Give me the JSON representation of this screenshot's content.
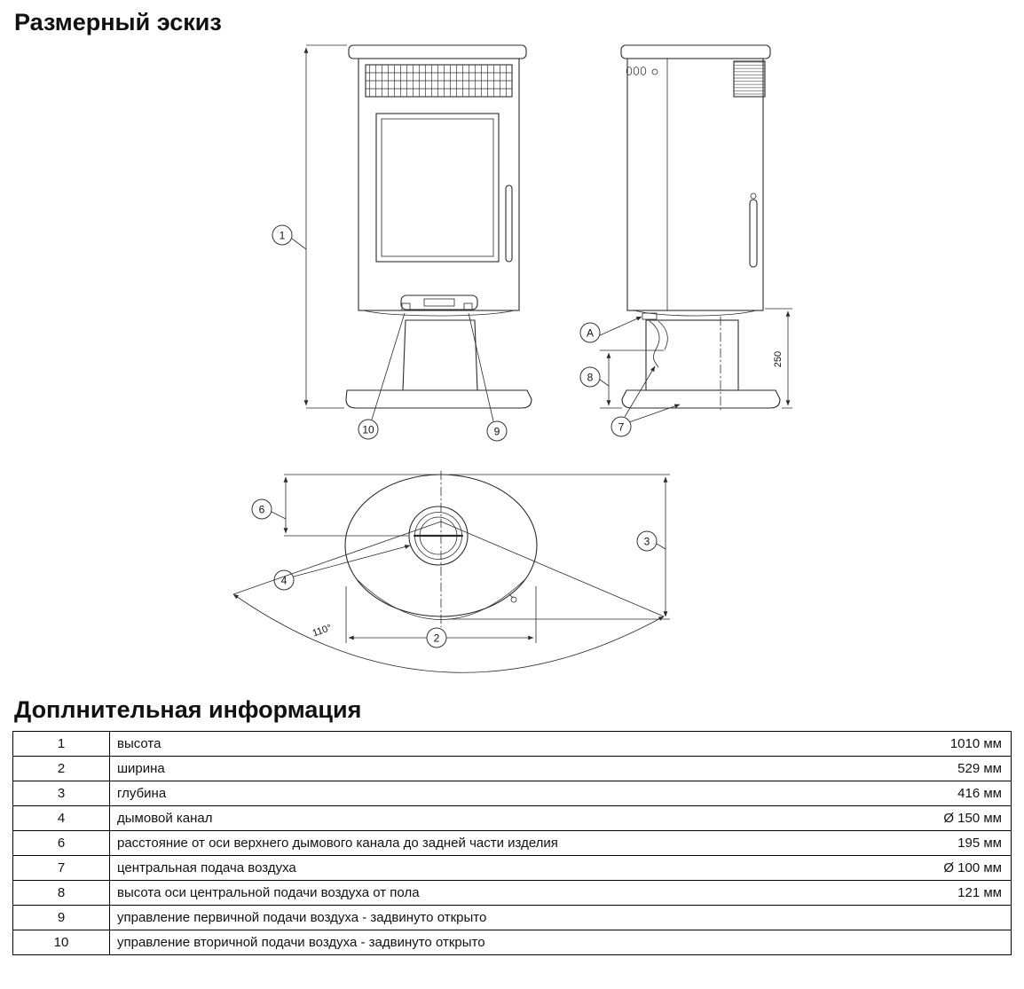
{
  "page": {
    "title": "Размерный эскиз",
    "info_title": "Доплнительная информация"
  },
  "drawing": {
    "labels": {
      "c1": "1",
      "c2": "2",
      "c3": "3",
      "c4": "4",
      "c6": "6",
      "c7": "7",
      "c8": "8",
      "c9": "9",
      "c10": "10",
      "cA": "A",
      "dim250": "250",
      "angle": "110°"
    }
  },
  "table": {
    "rows": [
      {
        "num": "1",
        "desc": "высота",
        "value": "1010 мм"
      },
      {
        "num": "2",
        "desc": "ширина",
        "value": "529 мм"
      },
      {
        "num": "3",
        "desc": "глубина",
        "value": "416 мм"
      },
      {
        "num": "4",
        "desc": "дымовой канал",
        "value": "Ø 150 мм"
      },
      {
        "num": "6",
        "desc": "расстояние от оси верхнего дымового канала до задней части изделия",
        "value": "195 мм"
      },
      {
        "num": "7",
        "desc": "центральная подача воздуха",
        "value": "Ø 100 мм"
      },
      {
        "num": "8",
        "desc": "высота оси центральной подачи воздуха от пола",
        "value": "121 мм"
      },
      {
        "num": "9",
        "desc": "управление первичной подачи воздуха - задвинуто открыто",
        "value": ""
      },
      {
        "num": "10",
        "desc": "управление вторичной подачи воздуха - задвинуто открыто",
        "value": ""
      }
    ]
  }
}
